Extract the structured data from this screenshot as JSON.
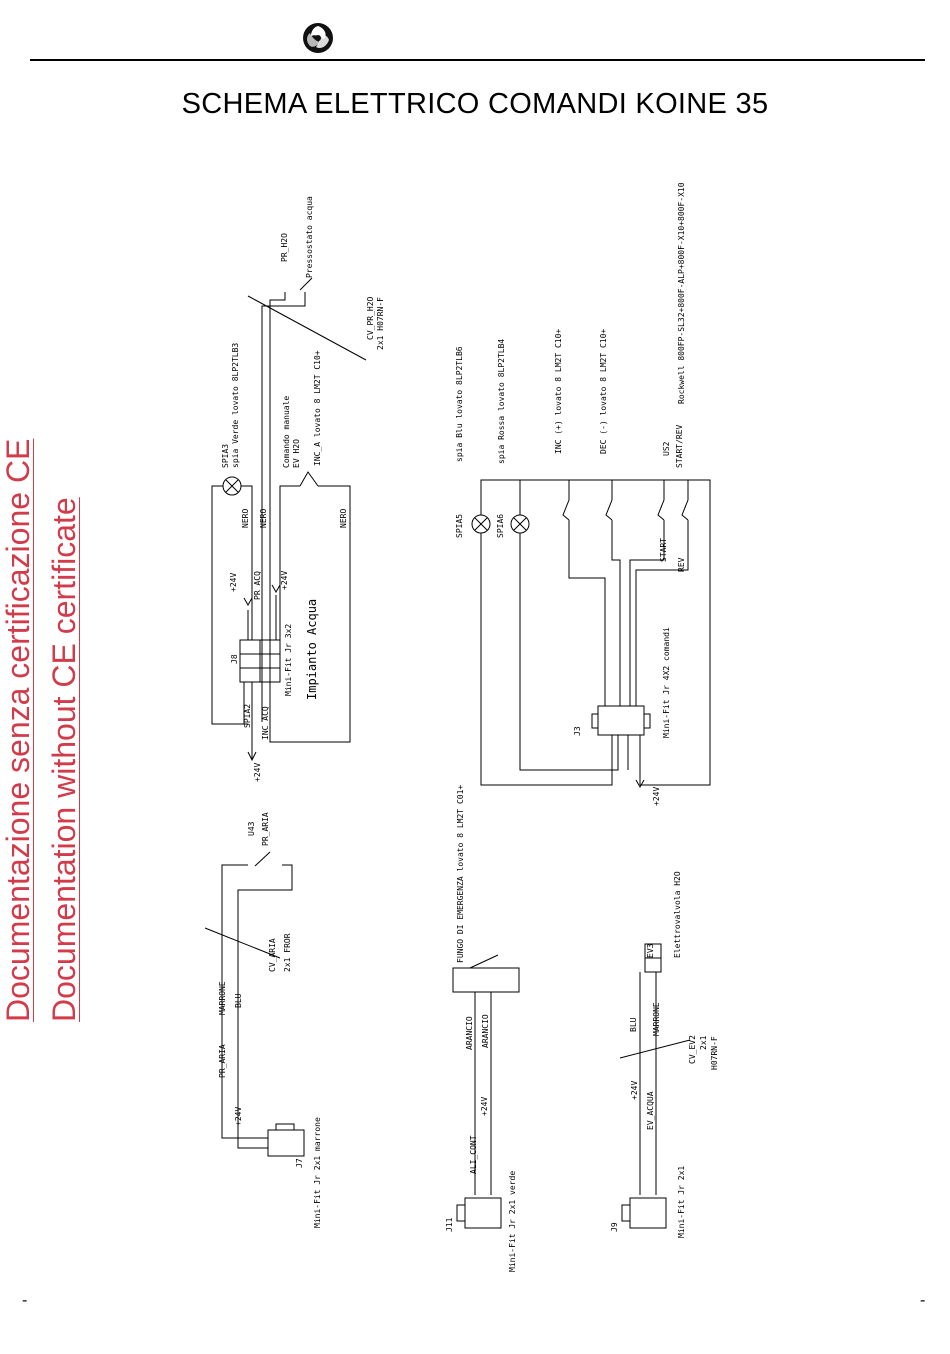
{
  "page": {
    "title": "SCHEMA ELETTRICO COMANDI KOINE 35",
    "watermark_line1": "Documentazione senza certificazione CE",
    "watermark_line2": "Documentation without CE certificate",
    "footer_left": "-",
    "footer_right": "-",
    "watermark_color": "#d23c4a"
  },
  "labels": {
    "pr_h2o": "PR_H2O",
    "pressostato": "Pressostato acqua",
    "cv_pr_h2o": "CV_PR_H2O",
    "cv_pr_h2o_cable": "2x1 H07RN-F",
    "spia3": "SPIA3",
    "spia3_desc": "spia Verde lovato 8LP2TLB3",
    "comando_manuale": "Comando manuale",
    "ev_h2o": "EV H2O",
    "inc_a": "INC_A lovato 8 LM2T C10+",
    "nero1": "NERO",
    "nero2": "NERO",
    "nero3": "NERO",
    "v24_a": "+24V",
    "v24_b": "+24V",
    "v24_c": "+24V",
    "pr_acq": "PR_ACQ",
    "j8": "J8",
    "j8_type": "Mini-Fit Jr 3x2",
    "impianto": "Impianto Acqua",
    "spia2": "SPIA2",
    "inc_acq": "INC_ACQ",
    "spia_blu": "spia Blu lovato 8LP2TLB6",
    "spia_rossa": "spia Rossa lovato 8LP2TLB4",
    "inc_plus": "INC (+) lovato 8 LM2T C10+",
    "dec_minus": "DEC (-) lovato 8 LM2T C10+",
    "us2": "US2",
    "start_rev": "START/REV",
    "rockwell": "Rockwell 800FP-SL32+800F-ALP+800F-X10+800F-X10",
    "spia5": "SPIA5",
    "spia6": "SPIA6",
    "start": "START",
    "rev": "REV",
    "j3": "J3",
    "j3_type": "Mini-Fit Jr 4X2 comandi",
    "v24_j3": "+24V",
    "u43": "U43",
    "pr_aria": "PR_ARIA",
    "cv_aria": "CV_ARIA",
    "cv_aria_cable": "2x1 FROR",
    "marrone": "MARRONE",
    "blu": "BLU",
    "pr_aria2": "PR_ARIA",
    "v24_j7": "+24V",
    "j7": "J7",
    "j7_type": "Mini-Fit Jr 2x1 marrone",
    "fungo": "FUNGO DI EMERGENZA lovato 8 LM2T C01+",
    "arancio1": "ARANCIO",
    "arancio2": "ARANCIO",
    "ali_cont": "ALI_CONT",
    "v24_j11": "+24V",
    "j11": "J11",
    "j11_type": "Mini-Fit Jr 2x1 verde",
    "ev3": "EV3",
    "elettrovalvola": "Elettrovalvola H2O",
    "blu2": "BLU",
    "marrone2": "MARRONE",
    "cv_ev2": "CV_EV2",
    "cv_ev2_a": "2x1",
    "cv_ev2_b": "H07RN-F",
    "v24_j9": "+24V",
    "ev_acqua": "EV_ACQUA",
    "j9": "J9",
    "j9_type": "Mini-Fit Jr 2x1"
  }
}
